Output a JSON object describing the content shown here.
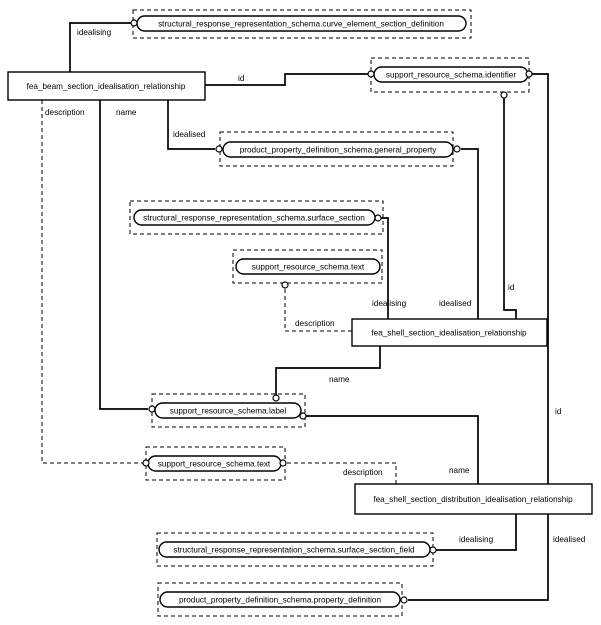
{
  "entities": {
    "beam_idealisation": "fea_beam_section_idealisation_relationship",
    "shell_idealisation": "fea_shell_section_idealisation_relationship",
    "shell_distribution": "fea_shell_section_distribution_idealisation_relationship"
  },
  "types": {
    "curve_element_section_definition": "structural_response_representation_schema.curve_element_section_definition",
    "identifier": "support_resource_schema.identifier",
    "general_property": "product_property_definition_schema.general_property",
    "surface_section": "structural_response_representation_schema.surface_section",
    "text_upper": "support_resource_schema.text",
    "label": "support_resource_schema.label",
    "text_lower": "support_resource_schema.text",
    "surface_section_field": "structural_response_representation_schema.surface_section_field",
    "property_definition": "product_property_definition_schema.property_definition"
  },
  "roles": {
    "beam_idealising": "idealising",
    "beam_id": "id",
    "beam_description": "description",
    "beam_name": "name",
    "beam_idealised": "idealised",
    "shell_idealising": "idealising",
    "shell_idealised": "idealised",
    "shell_id": "id",
    "shell_description": "description",
    "shell_name": "name",
    "dist_id": "id",
    "dist_description": "description",
    "dist_name": "name",
    "dist_idealising": "idealising",
    "dist_idealised": "idealised"
  }
}
